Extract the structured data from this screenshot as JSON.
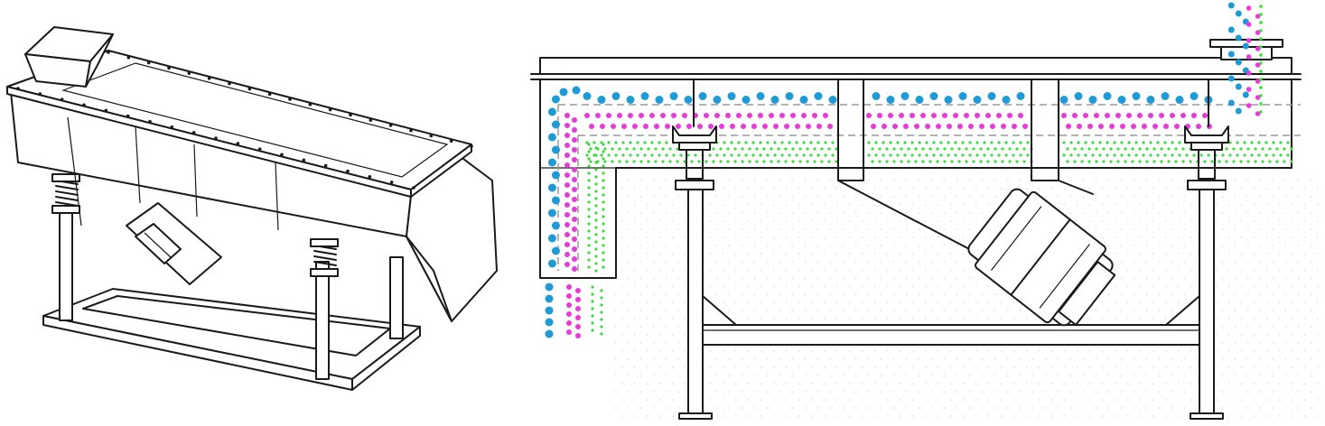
{
  "colors": {
    "line": "#1a1a1a",
    "background": "#ffffff",
    "coarse_particles": "#1e9bd7",
    "medium_particles": "#e83ad8",
    "fine_particles": "#3fd93f",
    "screen_mesh": "#9a9a9a"
  },
  "views": [
    {
      "id": "isometric-view"
    },
    {
      "id": "side-section-view"
    }
  ],
  "particle_layers": [
    {
      "id": "coarse",
      "color_key": "coarse_particles",
      "size": "large"
    },
    {
      "id": "medium",
      "color_key": "medium_particles",
      "size": "medium"
    },
    {
      "id": "fine",
      "color_key": "fine_particles",
      "size": "small"
    }
  ]
}
